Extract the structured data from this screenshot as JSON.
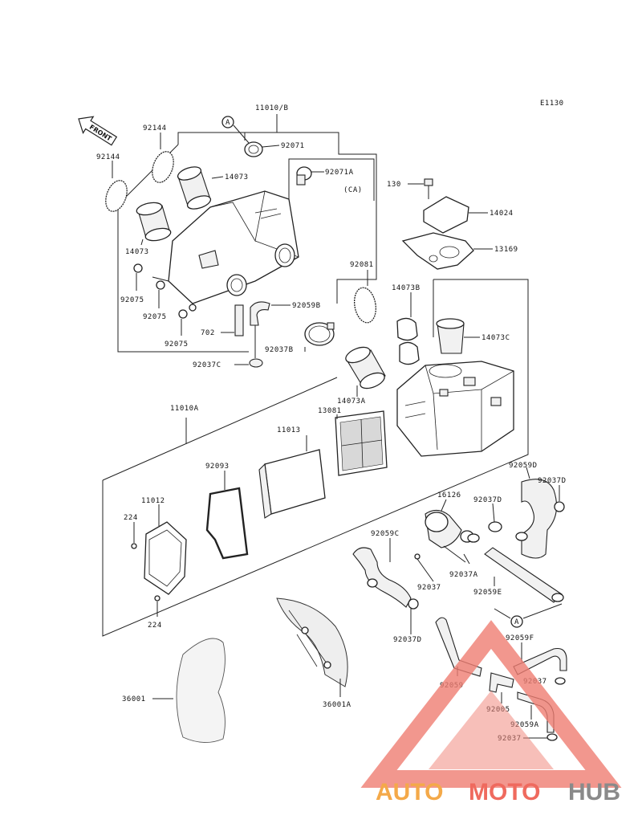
{
  "diagram_code": "E1130",
  "front_label": "FRONT",
  "callout": "A",
  "parts": {
    "p_11010B": "11010/B",
    "p_92071": "92071",
    "p_92071A": "92071A",
    "p_CA": "(CA)",
    "p_92144a": "92144",
    "p_92144b": "92144",
    "p_14073a": "14073",
    "p_14073b": "14073",
    "p_92075a": "92075",
    "p_92075b": "92075",
    "p_92075c": "92075",
    "p_702": "702",
    "p_92059B": "92059B",
    "p_92037B": "92037B",
    "p_92037C": "92037C",
    "p_130": "130",
    "p_14024": "14024",
    "p_13169": "13169",
    "p_92081": "92081",
    "p_14073B": "14073B",
    "p_14073C": "14073C",
    "p_14073A": "14073A",
    "p_11010A": "11010A",
    "p_13081": "13081",
    "p_11013": "11013",
    "p_92093": "92093",
    "p_11012": "11012",
    "p_224a": "224",
    "p_224b": "224",
    "p_16126": "16126",
    "p_92059D": "92059D",
    "p_92037Da": "92037D",
    "p_92037Db": "92037D",
    "p_92037Dc": "92037D",
    "p_92059C": "92059C",
    "p_92037A": "92037A",
    "p_92059E": "92059E",
    "p_92037": "92037",
    "p_92059F": "92059F",
    "p_92059": "92059",
    "p_92037e": "92037",
    "p_92005": "92005",
    "p_92059A": "92059A",
    "p_92037f": "92037",
    "p_36001": "36001",
    "p_36001A": "36001A"
  },
  "watermark": {
    "auto": "AUTO",
    "moto": "MOTO",
    "hub": "HUB"
  }
}
